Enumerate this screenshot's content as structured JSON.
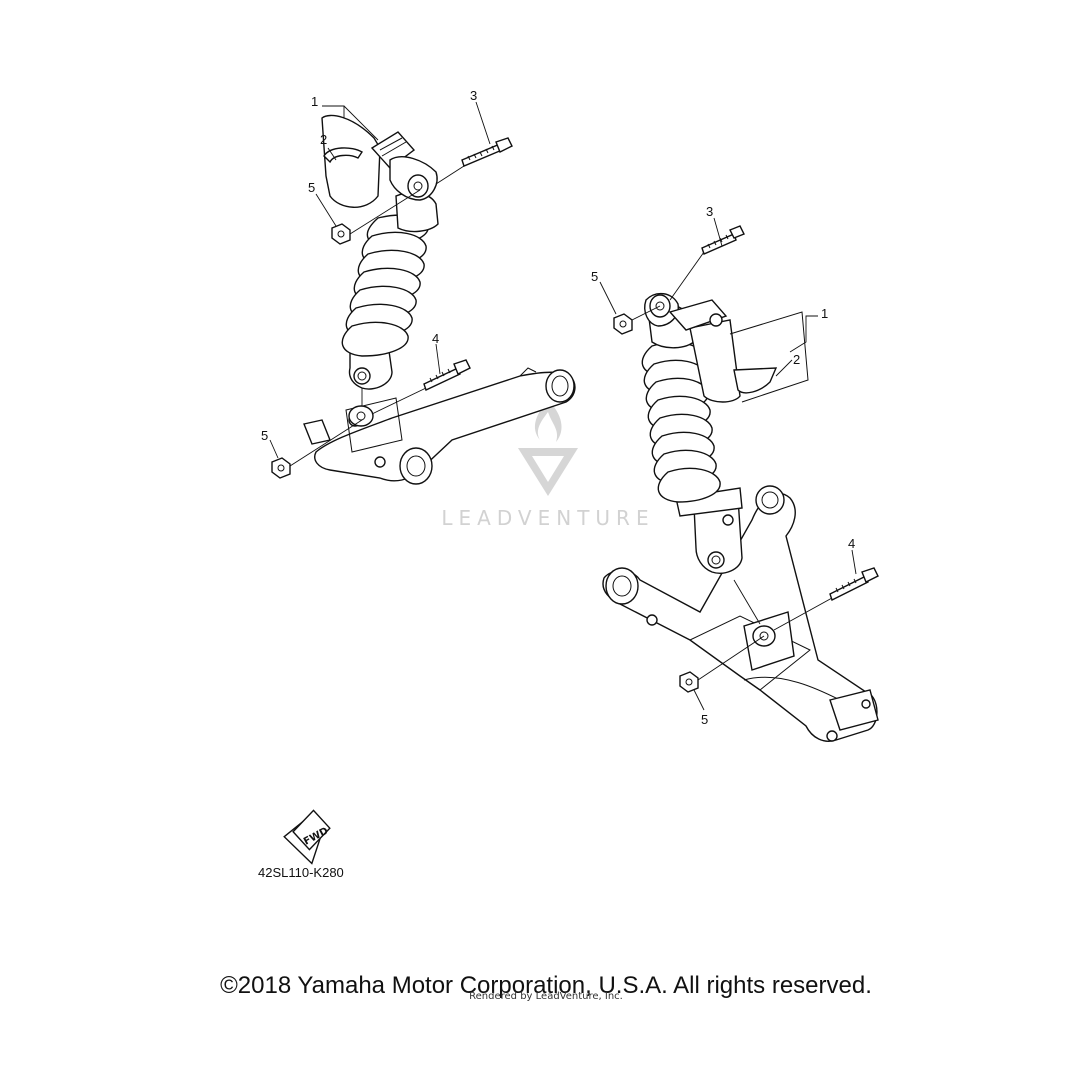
{
  "callouts": {
    "left_1": "1",
    "left_2": "2",
    "left_3": "3",
    "left_4": "4",
    "left_5_top": "5",
    "left_5_bottom": "5",
    "right_1": "1",
    "right_2": "2",
    "right_3": "3",
    "right_4": "4",
    "right_5_top": "5",
    "right_5_bottom": "5"
  },
  "fwd_label": "FWD",
  "diagram_code": "42SL110-K280",
  "watermark_text": "LEADVENTURE",
  "copyright": "©2018 Yamaha Motor Corporation, U.S.A. All rights reserved.",
  "rendered_by": "Rendered by LeadVenture, Inc."
}
